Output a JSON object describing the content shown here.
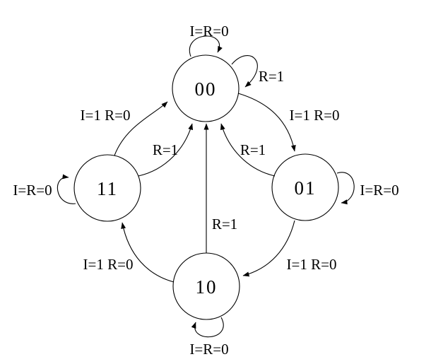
{
  "diagram": {
    "type": "finite-state-machine",
    "colors": {
      "stroke": "#000000",
      "background": "#ffffff"
    },
    "states": [
      {
        "id": "00",
        "label": "00"
      },
      {
        "id": "01",
        "label": "01"
      },
      {
        "id": "10",
        "label": "10"
      },
      {
        "id": "11",
        "label": "11"
      }
    ],
    "transitions": [
      {
        "from": "00",
        "to": "00",
        "label": "I=R=0"
      },
      {
        "from": "00",
        "to": "00",
        "label": "R=1"
      },
      {
        "from": "00",
        "to": "01",
        "label": "I=1 R=0"
      },
      {
        "from": "01",
        "to": "01",
        "label": "I=R=0"
      },
      {
        "from": "01",
        "to": "00",
        "label": "R=1"
      },
      {
        "from": "01",
        "to": "10",
        "label": "I=1 R=0"
      },
      {
        "from": "10",
        "to": "10",
        "label": "I=R=0"
      },
      {
        "from": "10",
        "to": "00",
        "label": "R=1"
      },
      {
        "from": "10",
        "to": "11",
        "label": "I=1 R=0"
      },
      {
        "from": "11",
        "to": "11",
        "label": "I=R=0"
      },
      {
        "from": "11",
        "to": "00",
        "label": "I=1 R=0"
      },
      {
        "from": "11",
        "to": "00",
        "label": "R=1"
      }
    ]
  }
}
